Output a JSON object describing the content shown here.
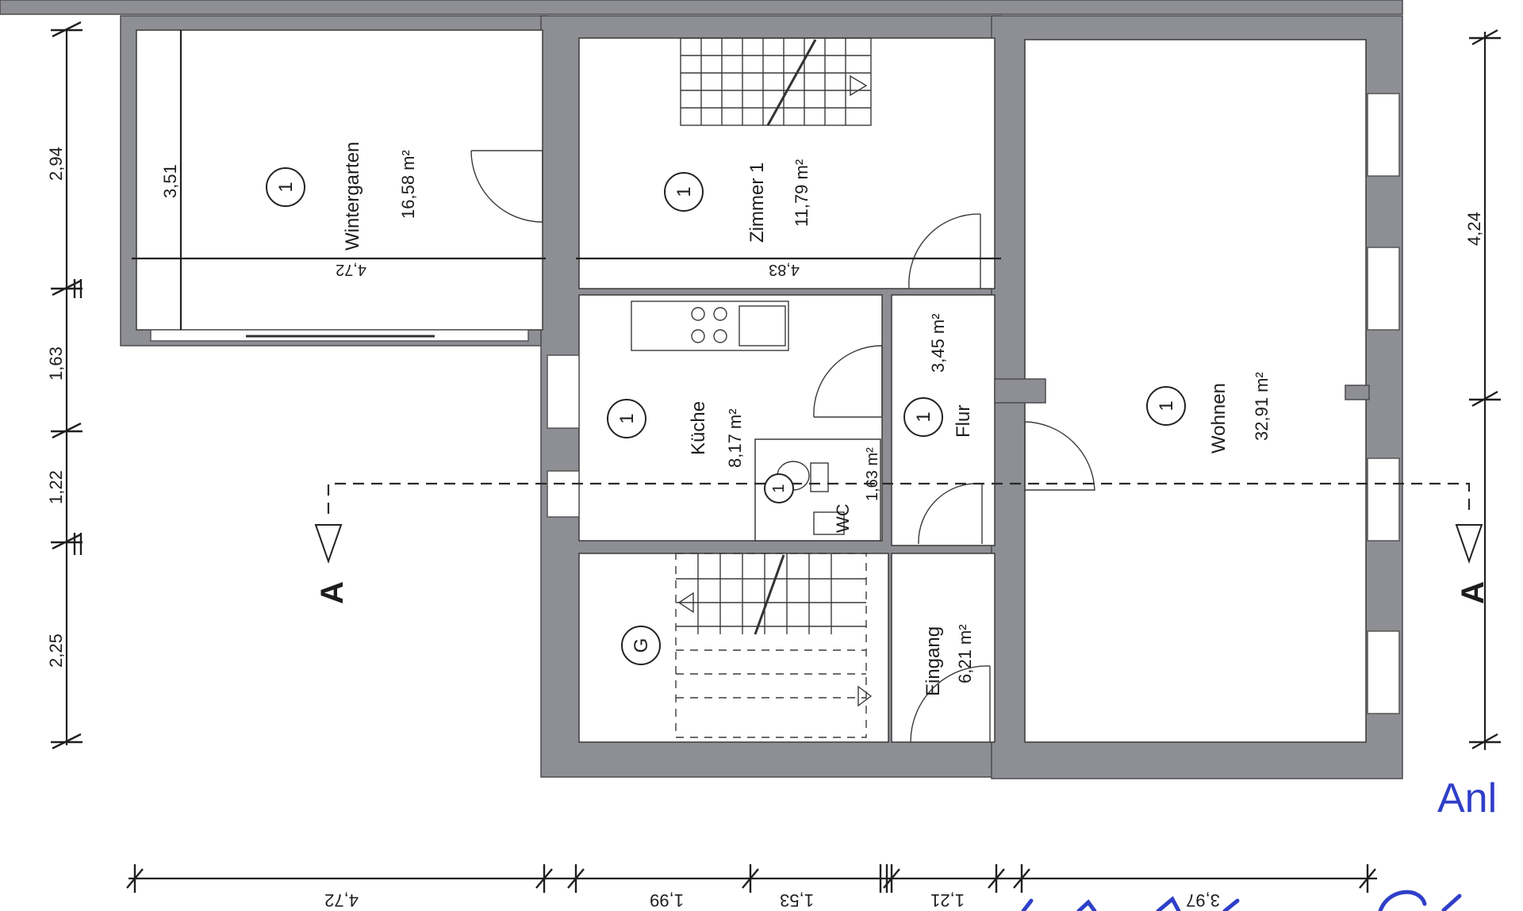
{
  "rooms": {
    "wintergarten": {
      "name": "Wintergarten",
      "area": "16,58 m²",
      "tag": "1"
    },
    "zimmer1": {
      "name": "Zimmer 1",
      "area": "11,79 m²",
      "tag": "1"
    },
    "wohnen": {
      "name": "Wohnen",
      "area": "32,91 m²",
      "tag": "1"
    },
    "kueche": {
      "name": "Küche",
      "area": "8,17 m²",
      "tag": "1"
    },
    "flur": {
      "name": "Flur",
      "area": "3,45 m²",
      "tag": "1"
    },
    "wc": {
      "name": "WC",
      "area": "1,63 m²",
      "tag": "1"
    },
    "eingang": {
      "name": "Eingang",
      "area": "6,21 m²"
    },
    "treppe": {
      "tag": "G"
    }
  },
  "section": {
    "left": "A",
    "right": "A"
  },
  "dimensions": {
    "left": [
      "2,94",
      "1,63",
      "1,22",
      "2,25"
    ],
    "right": [
      "4,24"
    ],
    "bottom": [
      "4,72",
      "1,99",
      "1,53",
      "1,21",
      "3,97"
    ],
    "inner": [
      "3,51",
      "4,72",
      "4,83"
    ]
  },
  "annotation": {
    "text": "Anl"
  },
  "colors": {
    "wall": "#8e8f94",
    "ink": "#1d1d1d",
    "pen": "#2f3fc8"
  }
}
